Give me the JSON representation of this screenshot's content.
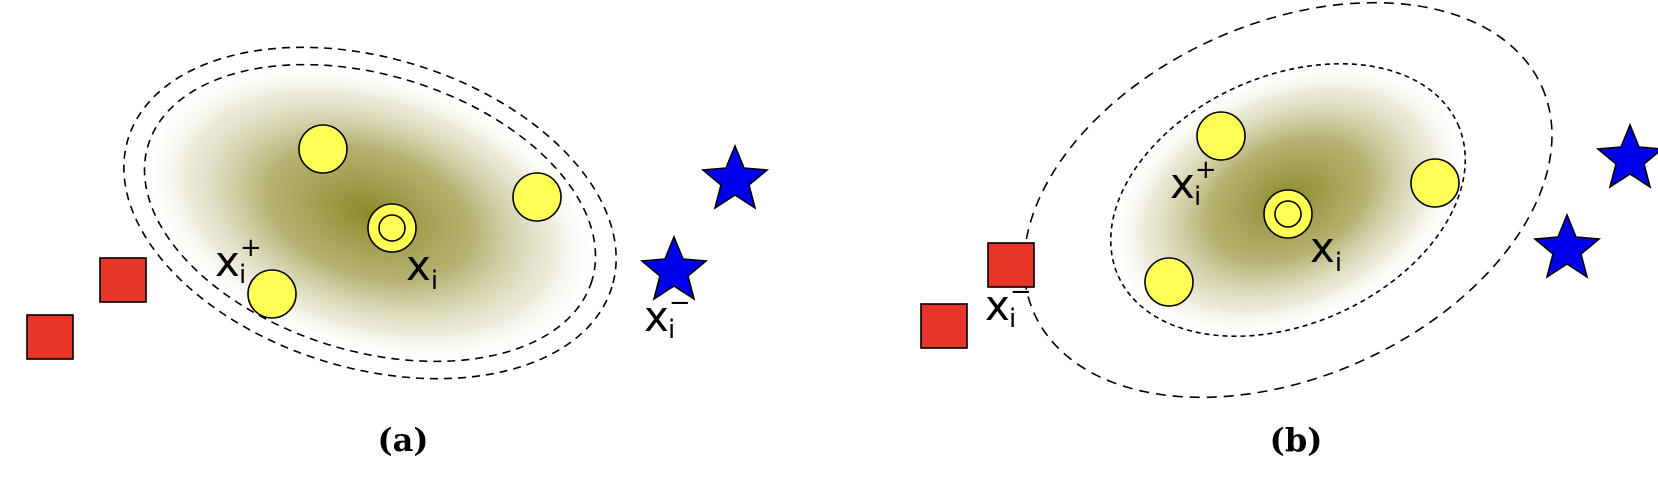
{
  "panels": {
    "a": {
      "caption": "(a)",
      "anchor_label": {
        "base": "x",
        "sub": "i",
        "sup": ""
      },
      "positive_label": {
        "base": "x",
        "sub": "i",
        "sup": "+"
      },
      "negative_label": {
        "base": "x",
        "sub": "i",
        "sup": "−"
      }
    },
    "b": {
      "caption": "(b)",
      "anchor_label": {
        "base": "x",
        "sub": "i",
        "sup": ""
      },
      "positive_label": {
        "base": "x",
        "sub": "i",
        "sup": "+"
      },
      "negative_label": {
        "base": "x",
        "sub": "i",
        "sup": "−"
      }
    }
  },
  "colors": {
    "circle_fill": "#ffff55",
    "square_fill": "#e8352a",
    "star_fill": "#0000ee",
    "blob_center": "#8a8a2a",
    "outline": "#000000"
  }
}
